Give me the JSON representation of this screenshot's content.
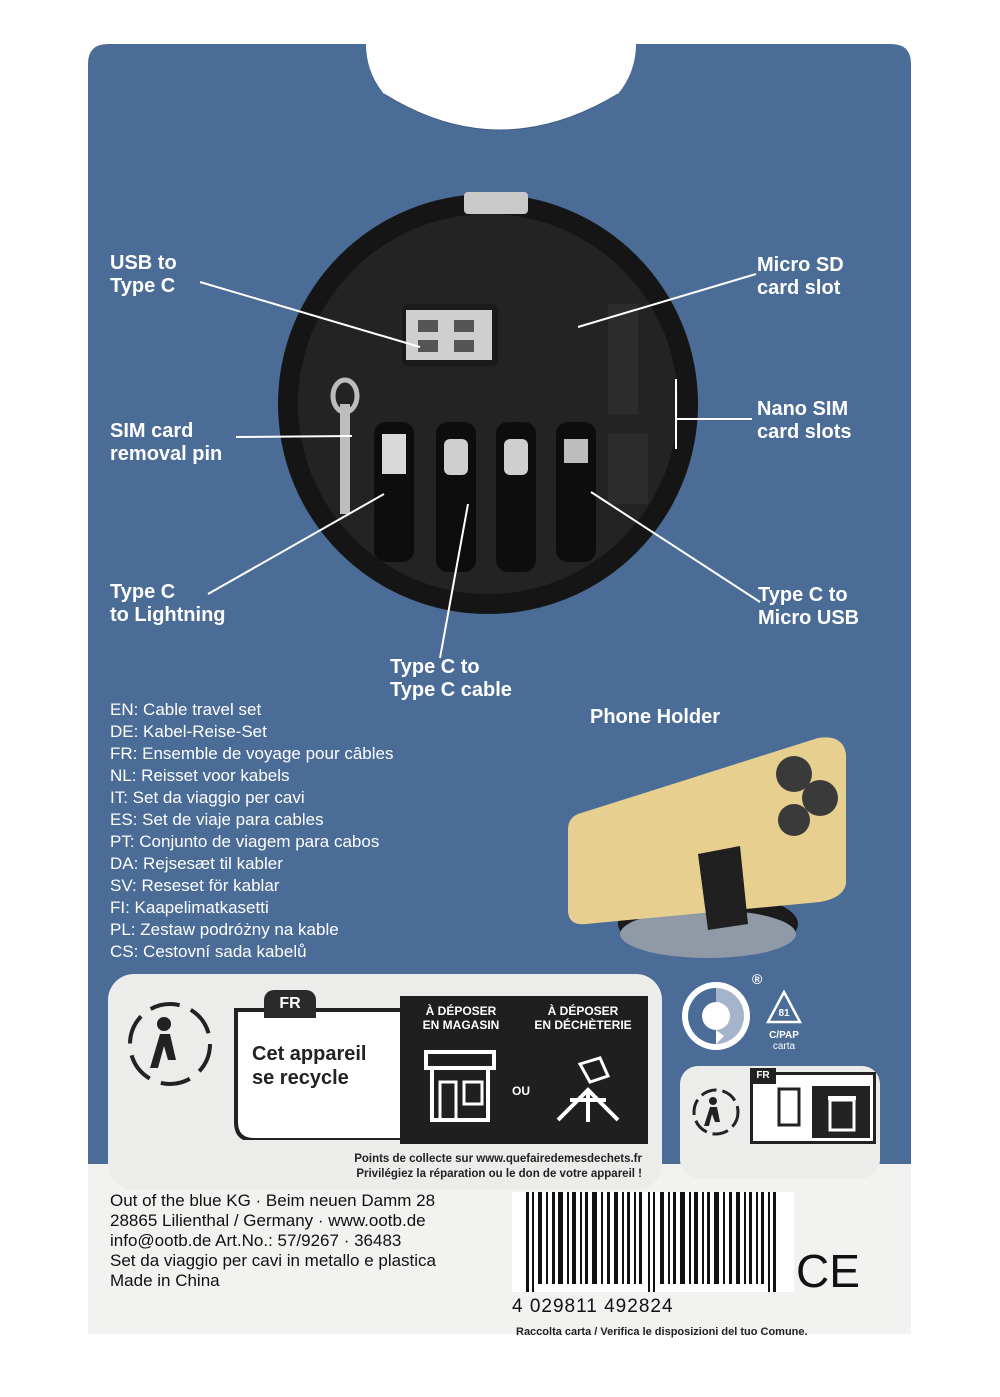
{
  "colors": {
    "package_blue": "#4a6c97",
    "dark_gray": "#1f1f1f",
    "panel_gray": "#ececea"
  },
  "labels": {
    "usb_to_type_c": [
      "USB to",
      "Type C"
    ],
    "micro_sd": [
      "Micro SD",
      "card slot"
    ],
    "sim_pin": [
      "SIM card",
      "removal pin"
    ],
    "nano_sim": [
      "Nano SIM",
      "card slots"
    ],
    "type_c_lightning": [
      "Type C",
      "to Lightning"
    ],
    "type_c_micro": [
      "Type C to",
      "Micro USB"
    ],
    "type_c_type_c": [
      "Type C to",
      "Type C cable"
    ],
    "phone_holder": "Phone Holder"
  },
  "languages": [
    "EN: Cable travel set",
    "DE: Kabel-Reise-Set",
    "FR: Ensemble de voyage pour câbles",
    "NL: Reisset voor kabels",
    "IT: Set da viaggio per cavi",
    "ES: Set de viaje para cables",
    "PT: Conjunto de viagem para cabos",
    "DA: Rejsesæt til kabler",
    "SV: Reseset för kablar",
    "FI: Kaapelimatkasetti",
    "PL: Zestaw podróżny na kable",
    "CS: Cestovní sada kabelů"
  ],
  "recycling": {
    "fr_badge": "FR",
    "message": [
      "Cet appareil",
      "se recycle"
    ],
    "deposit_store": [
      "À DÉPOSER",
      "EN MAGASIN"
    ],
    "deposit_dump": [
      "À DÉPOSER",
      "EN DÉCHÈTERIE"
    ],
    "ou": "OU",
    "points": [
      "Points de collecte sur www.quefairedemesdechets.fr",
      "Privilégiez la réparation ou le don de votre appareil !"
    ],
    "small_fr": "FR",
    "triangle_num": "81",
    "triangle_code": [
      "C/PAP",
      "carta"
    ],
    "registered": "®"
  },
  "address": [
    "Out of the blue KG · Beim neuen Damm 28",
    "28865 Lilienthal / Germany · www.ootb.de",
    "info@ootb.de   Art.No.: 57/9267 · 36483",
    "Set da viaggio per cavi in metallo e plastica",
    "Made in China"
  ],
  "barcode_number": "4 029811 492824",
  "raccolta": "Raccolta carta / Verifica le disposizioni del tuo Comune.",
  "ce_mark": "CE"
}
